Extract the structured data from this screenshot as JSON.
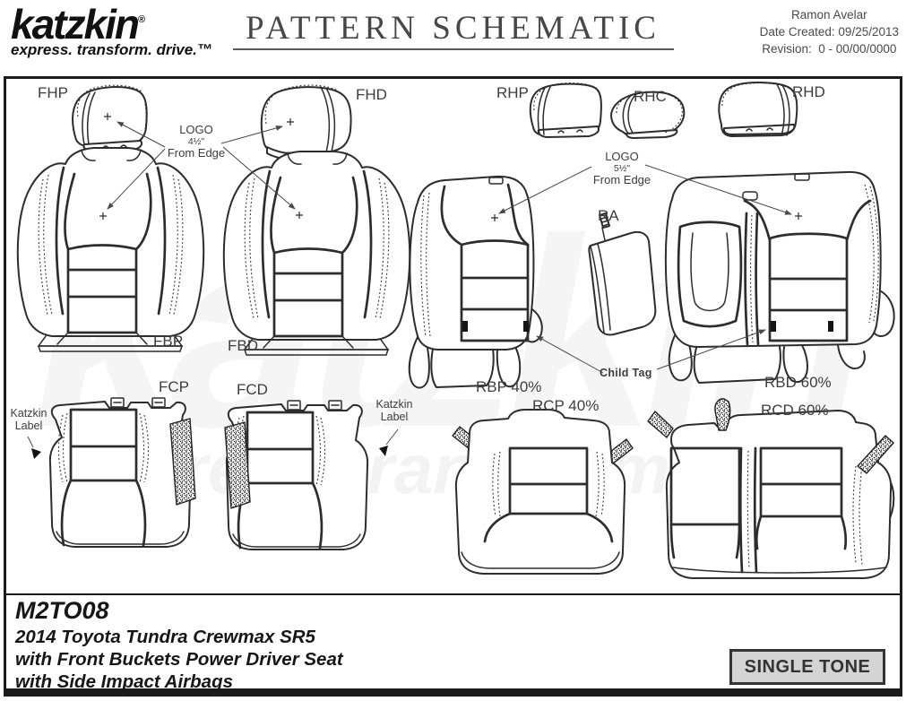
{
  "header": {
    "brand": {
      "logo_text": "katzkin",
      "reg": "®",
      "tagline": "express. transform. drive.™"
    },
    "title": "PATTERN SCHEMATIC",
    "meta": {
      "author": "Ramon Avelar",
      "date_created_label": "Date Created:",
      "date_created_value": "09/25/2013",
      "revision_label": "Revision:",
      "revision_value": "0 -  00/00/0000"
    }
  },
  "schematic": {
    "piece_labels": {
      "fhp": "FHP",
      "fhd": "FHD",
      "rhp": "RHP",
      "rhc": "RHC",
      "rhd": "RHD",
      "fbp": "FBP",
      "fbd": "FBD",
      "ra": "RA",
      "rbp": "RBP 40%",
      "rbd": "RBD 60%",
      "fcp": "FCP",
      "fcd": "FCD",
      "rcp": "RCP 40%",
      "rcd": "RCD 60%"
    },
    "annotations": {
      "logo_front_line1": "LOGO",
      "logo_front_line2": "4½\"",
      "logo_front_line3": "From Edge",
      "logo_rear_line1": "LOGO",
      "logo_rear_line2": "5½\"",
      "logo_rear_line3": "From Edge",
      "child_tag": "Child Tag",
      "katzkin_label_line1": "Katzkin",
      "katzkin_label_line2": "Label"
    },
    "watermark_line1": "katzkin",
    "watermark_line2": "express.transform.drive"
  },
  "footer": {
    "pattern_code": "M2TO08",
    "vehicle_line1": "2014 Toyota Tundra Crewmax SR5",
    "vehicle_line2": "with Front Buckets Power Driver Seat",
    "vehicle_line3": "with Side Impact Airbags",
    "tone_badge": "SINGLE TONE"
  },
  "colors": {
    "line": "#2d2d2d",
    "badge_bg": "#d4d4d4",
    "meta_text": "#4a4a4a"
  }
}
